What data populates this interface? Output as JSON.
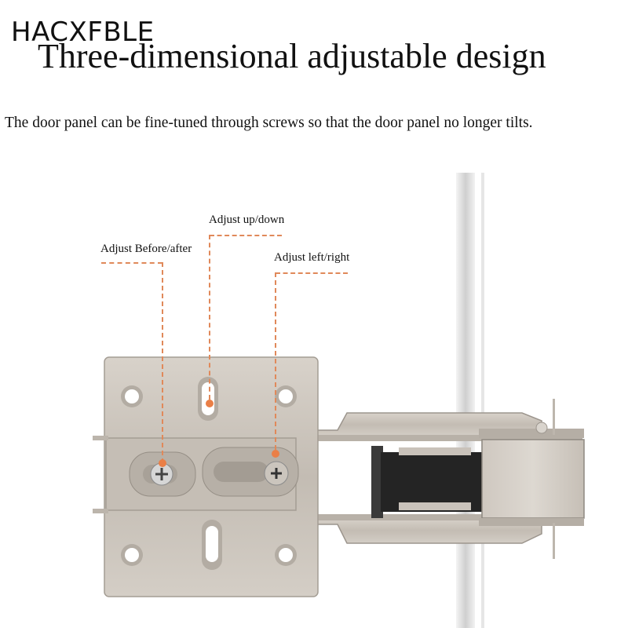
{
  "brand": "HACXFBLE",
  "title": "Three-dimensional adjustable design",
  "subtitle": "The door panel can be fine-tuned through screws so that the door panel no longer tilts.",
  "callouts": [
    {
      "id": "before-after",
      "label": "Adjust Before/after"
    },
    {
      "id": "up-down",
      "label": "Adjust up/down"
    },
    {
      "id": "left-right",
      "label": "Adjust left/right"
    }
  ],
  "colors": {
    "callout_line": "#e0895a",
    "callout_dot": "#ea7f47",
    "metal": "#c9c2ba",
    "roller": "#2b2b2b",
    "background": "#ffffff"
  },
  "image": {
    "subject": "cabinet-hinge-photo"
  }
}
